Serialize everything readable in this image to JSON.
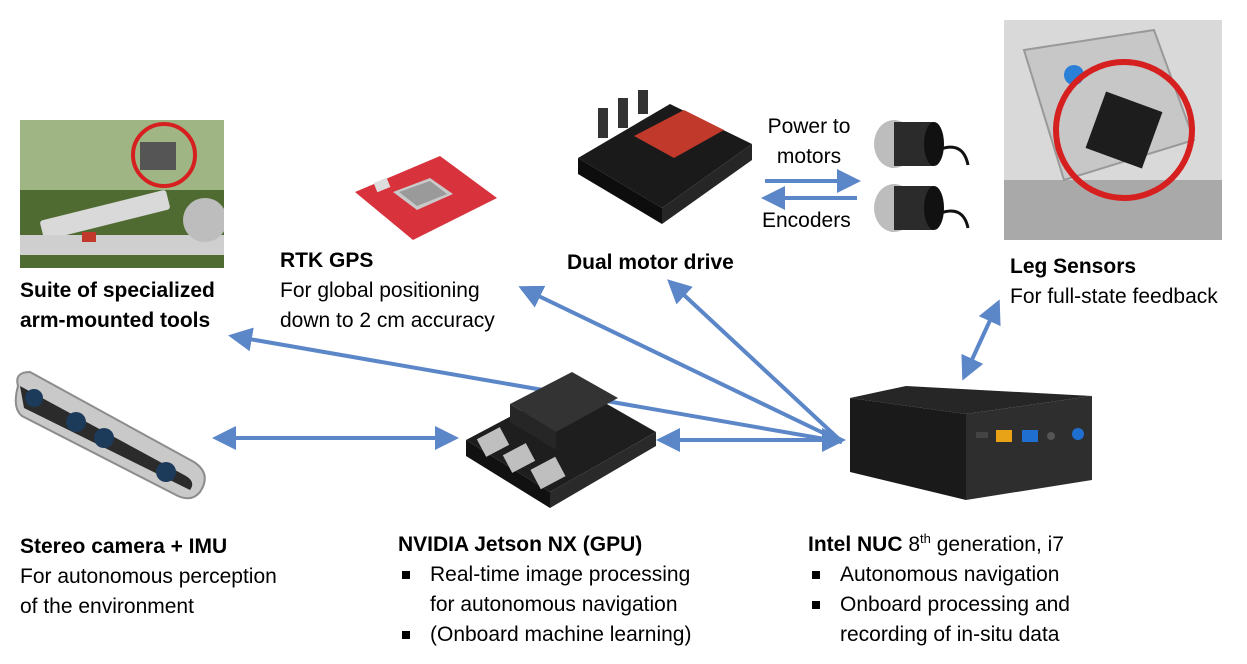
{
  "colors": {
    "arrow": "#5b86c8"
  },
  "tools": {
    "title_line1": "Suite of specialized",
    "title_line2": "arm-mounted tools"
  },
  "gps": {
    "title": "RTK GPS",
    "desc_line1": "For global positioning",
    "desc_line2": "down to 2 cm accuracy"
  },
  "motor_drive": {
    "title": "Dual motor drive"
  },
  "motors": {
    "power_line1": "Power to",
    "power_line2": "motors",
    "encoders": "Encoders"
  },
  "leg": {
    "title": "Leg Sensors",
    "desc": "For full-state feedback"
  },
  "camera": {
    "title": "Stereo camera + IMU",
    "desc_line1": "For autonomous perception",
    "desc_line2": "of the environment"
  },
  "jetson": {
    "title": "NVIDIA Jetson NX (GPU)",
    "bullets": [
      "Real-time image processing",
      "(Onboard machine learning)"
    ],
    "bullet1_cont": "for autonomous navigation"
  },
  "nuc": {
    "title": "Intel NUC",
    "gen_num": "8",
    "gen_sup": "th",
    "gen_rest": " generation, i7",
    "bullets": [
      "Autonomous navigation",
      "Onboard processing and"
    ],
    "bullet2_cont": "recording of in-situ data"
  },
  "icons": {
    "tools": "arm-tools-photo",
    "gps": "gps-board-icon",
    "motor_drive": "motor-driver-icon",
    "motors": "dc-motor-icon",
    "leg": "leg-sensor-photo",
    "camera": "stereo-camera-icon",
    "jetson": "jetson-board-icon",
    "nuc": "nuc-computer-icon"
  }
}
